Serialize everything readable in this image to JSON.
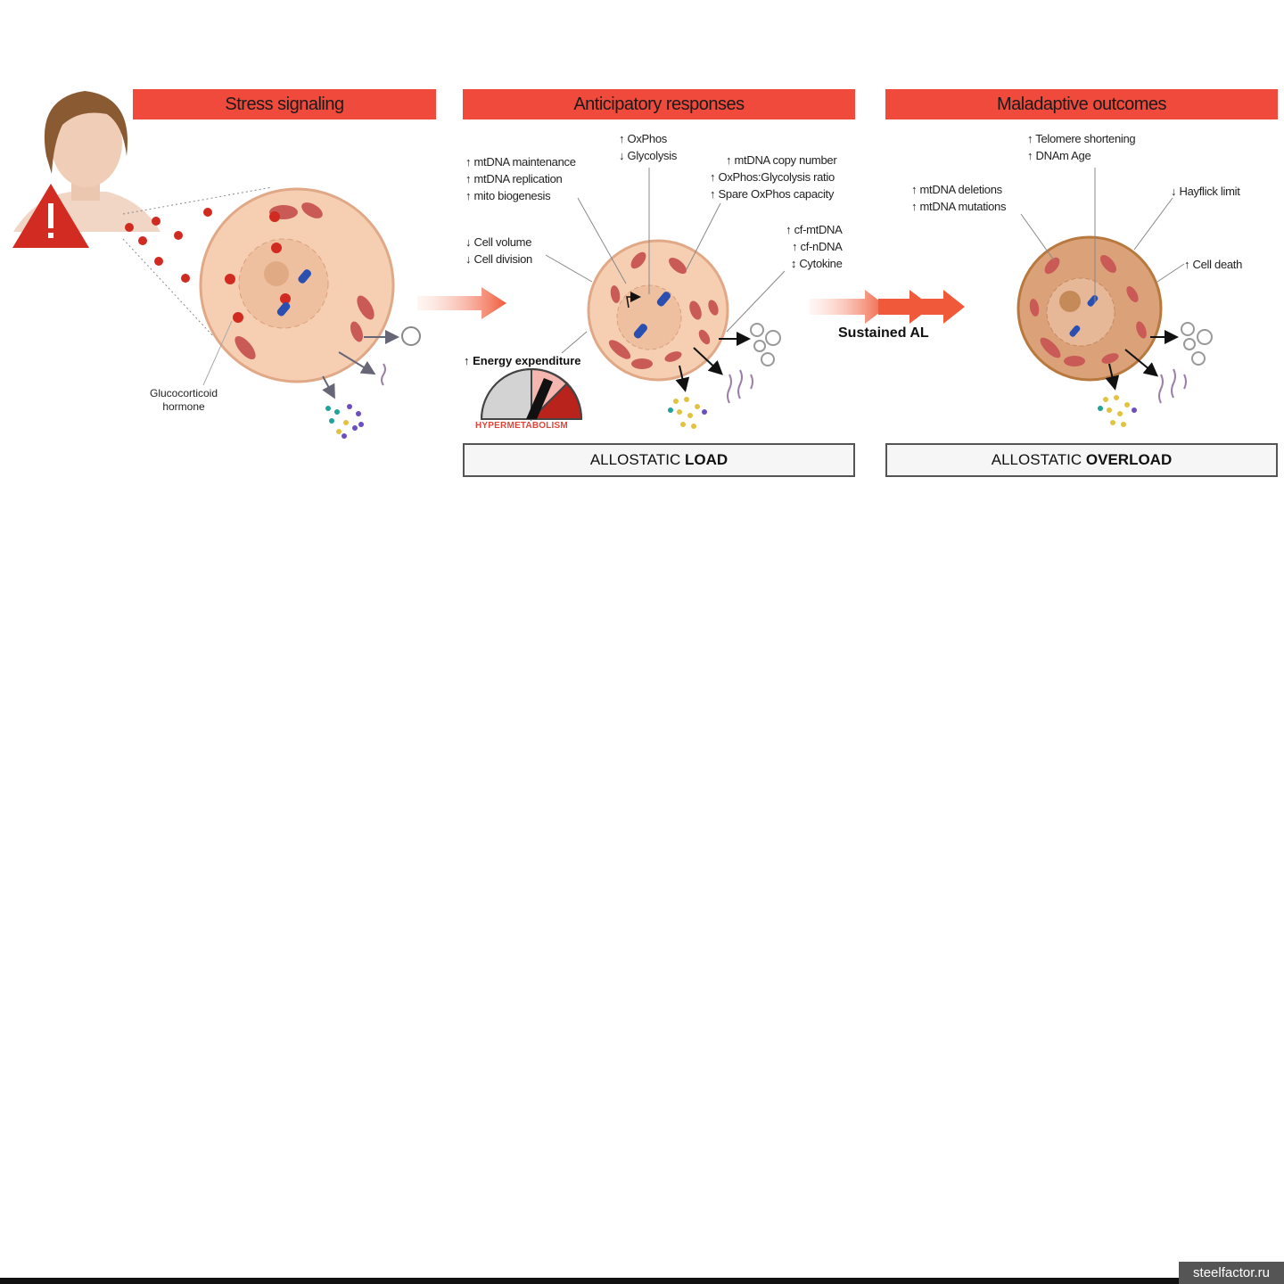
{
  "panels": {
    "stress": {
      "title": "Stress signaling",
      "hormone_label": "Glucocorticoid hormone"
    },
    "anticipatory": {
      "title": "Anticipatory responses",
      "top_center": [
        "↑ OxPhos",
        "↓ Glycolysis"
      ],
      "top_left": [
        "↑ mtDNA maintenance",
        "↑ mtDNA replication",
        "↑ mito biogenesis"
      ],
      "top_right": [
        "↑ mtDNA copy number",
        "↑ OxPhos:Glycolysis ratio",
        "↑ Spare OxPhos capacity"
      ],
      "mid_left": [
        "↓ Cell volume",
        "↓ Cell division"
      ],
      "mid_right": [
        "↑ cf-mtDNA",
        "↑ cf-nDNA",
        "↕ Cytokine"
      ],
      "energy": "↑ Energy expenditure",
      "gauge_label": "HYPERMETABOLISM",
      "box_prefix": "ALLOSTATIC ",
      "box_bold": "LOAD"
    },
    "transition": {
      "label": "Sustained AL"
    },
    "maladaptive": {
      "title": "Maladaptive outcomes",
      "top_center": [
        "↑ Telomere shortening",
        "↑ DNAm Age"
      ],
      "top_left": [
        "↑ mtDNA deletions",
        "↑ mtDNA mutations"
      ],
      "top_right": [
        "↓ Hayflick limit"
      ],
      "mid_right": [
        "↑ Cell death"
      ],
      "box_prefix": "ALLOSTATIC ",
      "box_bold": "OVERLOAD"
    }
  },
  "watermark": "steelfactor.ru",
  "colors": {
    "banner": "#ef4a3c",
    "cell_fill": "#f6cfb3",
    "cell_stroke": "#e0a886",
    "overload_cell_fill": "#dba27a",
    "mito": "#c95a55",
    "hormone_dot": "#d12a21",
    "arrow": "#f05a3a"
  },
  "icons": [
    "warning-icon",
    "person-icon",
    "chromosome-icon"
  ]
}
